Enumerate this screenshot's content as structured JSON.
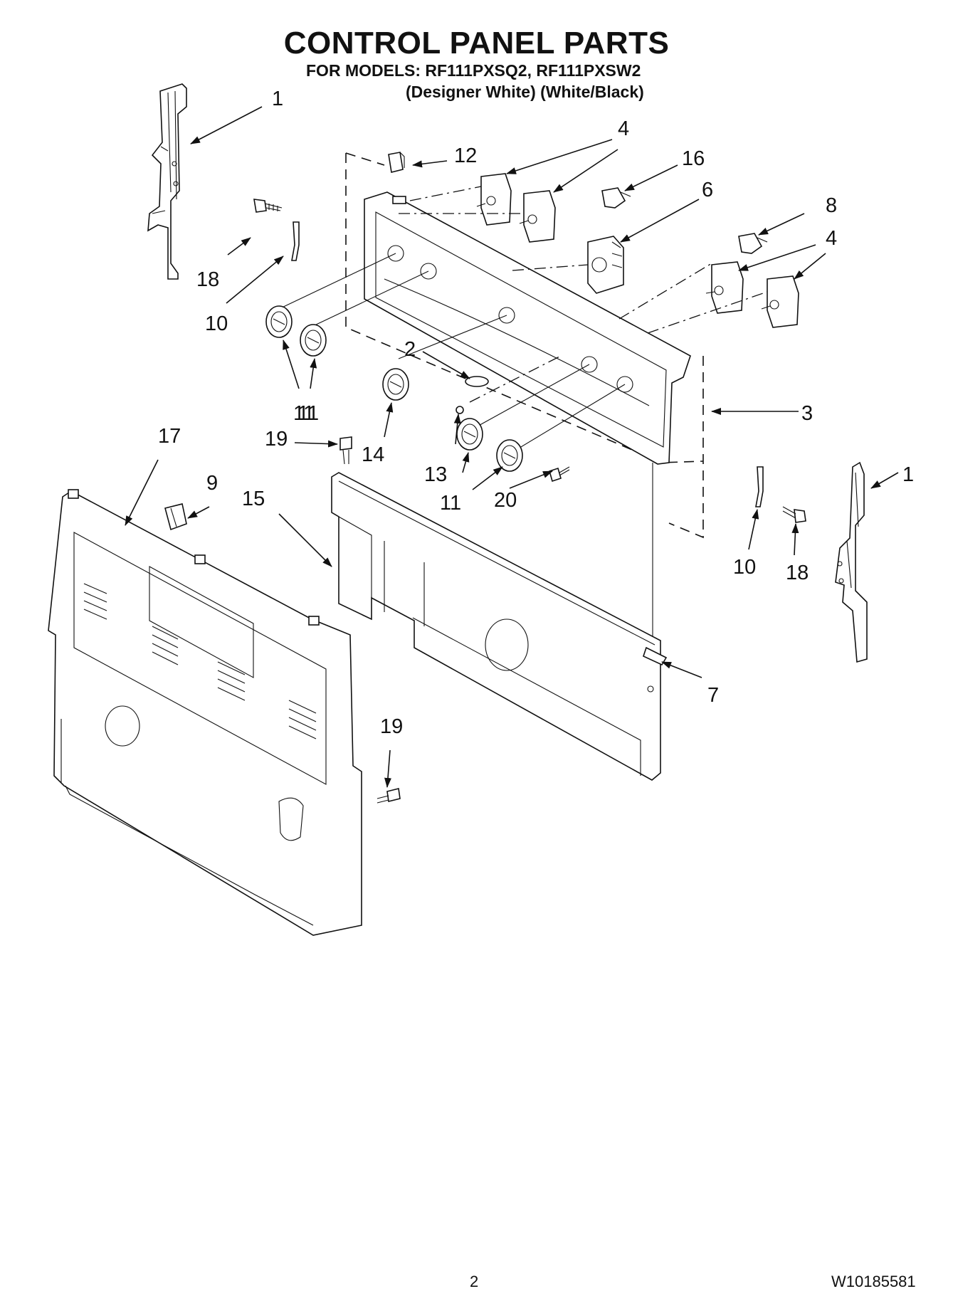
{
  "header": {
    "title": "CONTROL PANEL PARTS",
    "models_line": "FOR MODELS: RF111PXSQ2, RF111PXSW2",
    "variants_line": "(Designer White) (White/Black)"
  },
  "callouts": [
    "1",
    "4",
    "12",
    "16",
    "6",
    "8",
    "4",
    "18",
    "10",
    "11",
    "2",
    "3",
    "11",
    "14",
    "13",
    "11",
    "20",
    "19",
    "17",
    "9",
    "15",
    "1",
    "10",
    "18",
    "7",
    "19"
  ],
  "footer": {
    "page_number": "2",
    "document_number": "W10185581"
  }
}
